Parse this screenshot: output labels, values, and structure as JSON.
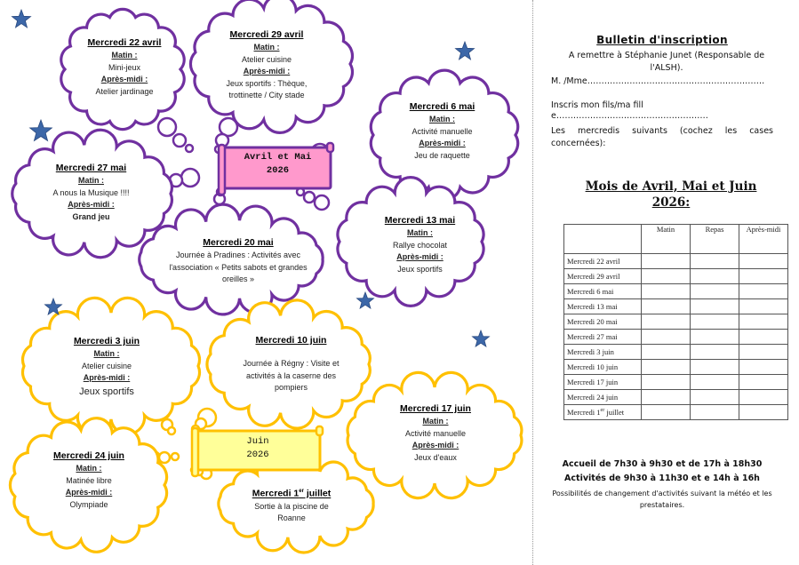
{
  "colors": {
    "purple": "#7030a0",
    "yellow": "#ffc000",
    "pink": "#ff99cc",
    "pale_yellow": "#ffff99",
    "star": "#3c67a8"
  },
  "banners": {
    "spring": {
      "line1": "Avril et Mai",
      "line2": "2026"
    },
    "june": {
      "line1": "Juin",
      "line2": "2026"
    }
  },
  "labels": {
    "matin": "Matin :",
    "apres_midi": "Après-midi :"
  },
  "clouds": [
    {
      "title": "Mercredi 22 avril",
      "matin": "Mini-jeux",
      "apres": "Atelier jardinage"
    },
    {
      "title": "Mercredi 29 avril",
      "matin": "Atelier cuisine",
      "apres": "Jeux sportifs : Thèque, trottinette / City stade"
    },
    {
      "title": "Mercredi 6 mai",
      "matin": "Activité manuelle",
      "apres": "Jeu de raquette"
    },
    {
      "title": "Mercredi 27 mai",
      "matin": "A nous la Musique !!!!",
      "apres": "Grand jeu"
    },
    {
      "title": "Mercredi 20 mai",
      "text": "Journée à Pradines : Activités avec l'association « Petits sabots et grandes oreilles »"
    },
    {
      "title": "Mercredi 13 mai",
      "matin": "Rallye chocolat",
      "apres": "Jeux sportifs"
    },
    {
      "title": "Mercredi 3 juin",
      "matin": "Atelier cuisine",
      "apres": "Jeux sportifs"
    },
    {
      "title": "Mercredi 10 juin",
      "text": "Journée à Régny : Visite et activités à la caserne des pompiers"
    },
    {
      "title": "Mercredi 17 juin",
      "matin": "Activité manuelle",
      "apres": "Jeux d'eaux"
    },
    {
      "title": "Mercredi 24 juin",
      "matin": "Matinée libre",
      "apres": "Olympiade"
    },
    {
      "title_main": "Mercredi 1",
      "title_sup": "er",
      "title_end": " juillet",
      "text": "Sortie à la piscine de Roanne"
    }
  ],
  "form": {
    "title": "Bulletin d'inscription",
    "subtitle": "A remettre à Stéphanie Junet (Responsable de l'ALSH).",
    "parent": "M. /Mme………………………………………………………",
    "child": "Inscris mon fils/ma fille………………………………………………",
    "instructions": "Les mercredis suivants (cochez les cases concernées):",
    "months_title": "Mois de Avril, Mai et Juin 2026:",
    "columns": [
      "",
      "Matin",
      "Repas",
      "Après-midi"
    ],
    "rows": [
      "Mercredi 22 avril",
      "Mercredi 29 avril",
      "Mercredi 6 mai",
      "Mercredi 13 mai",
      "Mercredi 20 mai",
      "Mercredi 27 mai",
      "Mercredi 3 juin",
      "Mercredi 10 juin",
      "Mercredi 17 juin",
      "Mercredi 24 juin"
    ],
    "last_row": {
      "main": "Mercredi 1",
      "sup": "er",
      "end": " juillet"
    },
    "hours1": "Accueil de 7h30 à 9h30 et de 17h à 18h30",
    "hours2": "Activités de 9h30 à 11h30 et e 14h à 16h",
    "note": "Possibilités de changement d'activités suivant la météo et les prestataires."
  }
}
